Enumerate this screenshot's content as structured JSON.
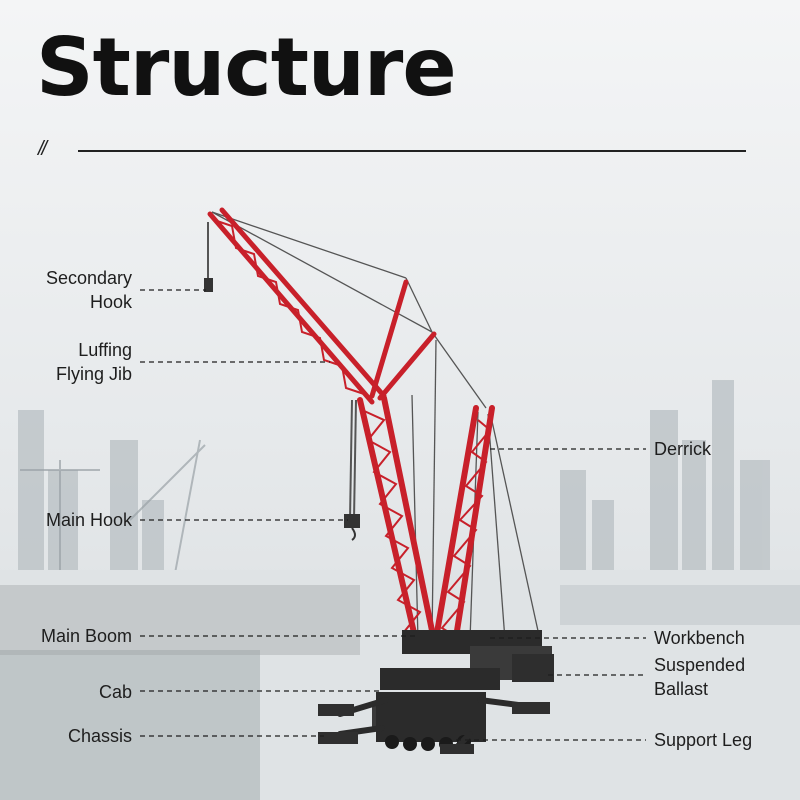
{
  "header": {
    "title": "Structure",
    "divider_mark": "//"
  },
  "labels": {
    "left": [
      {
        "id": "secondary-hook",
        "lines": [
          "Secondary",
          "Hook"
        ]
      },
      {
        "id": "luffing-flying-jib",
        "lines": [
          "Luffing",
          "Flying Jib"
        ]
      },
      {
        "id": "main-hook",
        "lines": [
          "Main Hook"
        ]
      },
      {
        "id": "main-boom",
        "lines": [
          "Main Boom"
        ]
      },
      {
        "id": "cab",
        "lines": [
          "Cab"
        ]
      },
      {
        "id": "chassis",
        "lines": [
          "Chassis"
        ]
      }
    ],
    "right": [
      {
        "id": "derrick",
        "lines": [
          "Derrick"
        ]
      },
      {
        "id": "workbench",
        "lines": [
          "Workbench"
        ]
      },
      {
        "id": "suspended-ballast",
        "lines": [
          "Suspended",
          "Ballast"
        ]
      },
      {
        "id": "support-leg",
        "lines": [
          "Support Leg"
        ]
      }
    ]
  },
  "colors": {
    "crane_red": "#c8202a",
    "text": "#1e1e1e",
    "machinery": "#2b2b2b",
    "haze": "#eef0f1"
  }
}
